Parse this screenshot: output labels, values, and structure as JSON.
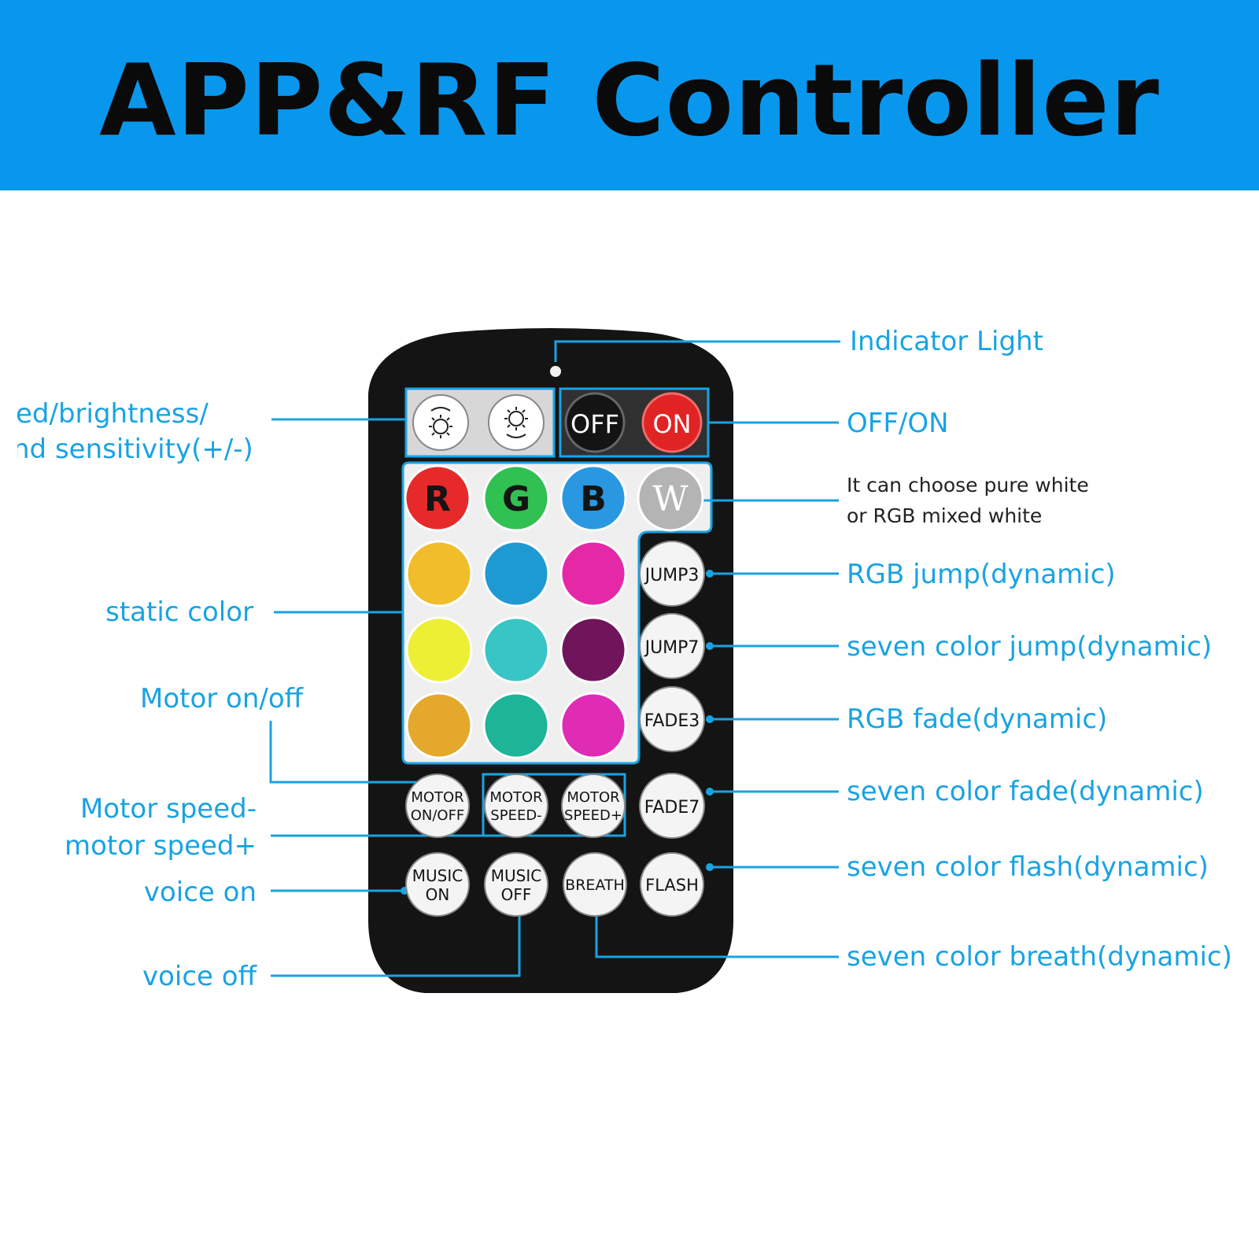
{
  "header": {
    "title": "APP&RF Controller",
    "background": "#0997ee"
  },
  "remote": {
    "top_row": [
      {
        "id": "bright-up",
        "label": "",
        "icon": "sun-up-icon"
      },
      {
        "id": "bright-down",
        "label": "",
        "icon": "sun-down-icon"
      },
      {
        "id": "off",
        "label": "OFF",
        "color": "#141414"
      },
      {
        "id": "on",
        "label": "ON",
        "color": "#e02323"
      }
    ],
    "rgbw_row": [
      {
        "label": "R",
        "color": "#e62a2a"
      },
      {
        "label": "G",
        "color": "#31c052"
      },
      {
        "label": "B",
        "color": "#2a98e0"
      },
      {
        "label": "W",
        "color": "#b4b4b4"
      }
    ],
    "static_colors": [
      [
        "#f1bd2a",
        "#1e9ad2",
        "#e528a6"
      ],
      [
        "#ecef34",
        "#38c5c6",
        "#70155c"
      ],
      [
        "#e4a82c",
        "#1db498",
        "#e02bb4"
      ]
    ],
    "side_buttons": [
      "JUMP3",
      "JUMP7",
      "FADE3",
      "FADE7"
    ],
    "motor_row": [
      {
        "line1": "MOTOR",
        "line2": "ON/OFF"
      },
      {
        "line1": "MOTOR",
        "line2": "SPEED-"
      },
      {
        "line1": "MOTOR",
        "line2": "SPEED+"
      }
    ],
    "bottom_row": [
      {
        "line1": "MUSIC",
        "line2": "ON"
      },
      {
        "line1": "MUSIC",
        "line2": "OFF"
      },
      {
        "line1": "BREATH",
        "line2": ""
      },
      {
        "line1": "FLASH",
        "line2": ""
      }
    ]
  },
  "labels": {
    "left": {
      "speed_brightness_1": "ed/brightness/",
      "speed_brightness_2": "nd sensitivity(+/-)",
      "static_color": "static color",
      "motor_onoff": "Motor on/off",
      "motor_speed_1": "Motor speed-",
      "motor_speed_2": "motor speed+",
      "voice_on": "voice on",
      "voice_off": "voice off"
    },
    "right": {
      "indicator": "Indicator Light",
      "offon": "OFF/ON",
      "white_note_1": "It can choose pure white",
      "white_note_2": "or RGB mixed white",
      "rgb_jump": "RGB jump(dynamic)",
      "seven_jump": "seven color jump(dynamic)",
      "rgb_fade": "RGB fade(dynamic)",
      "seven_fade": "seven color fade(dynamic)",
      "seven_flash": "seven color flash(dynamic)",
      "seven_breath": "seven color breath(dynamic)"
    }
  },
  "accent_color": "#19a3e2"
}
